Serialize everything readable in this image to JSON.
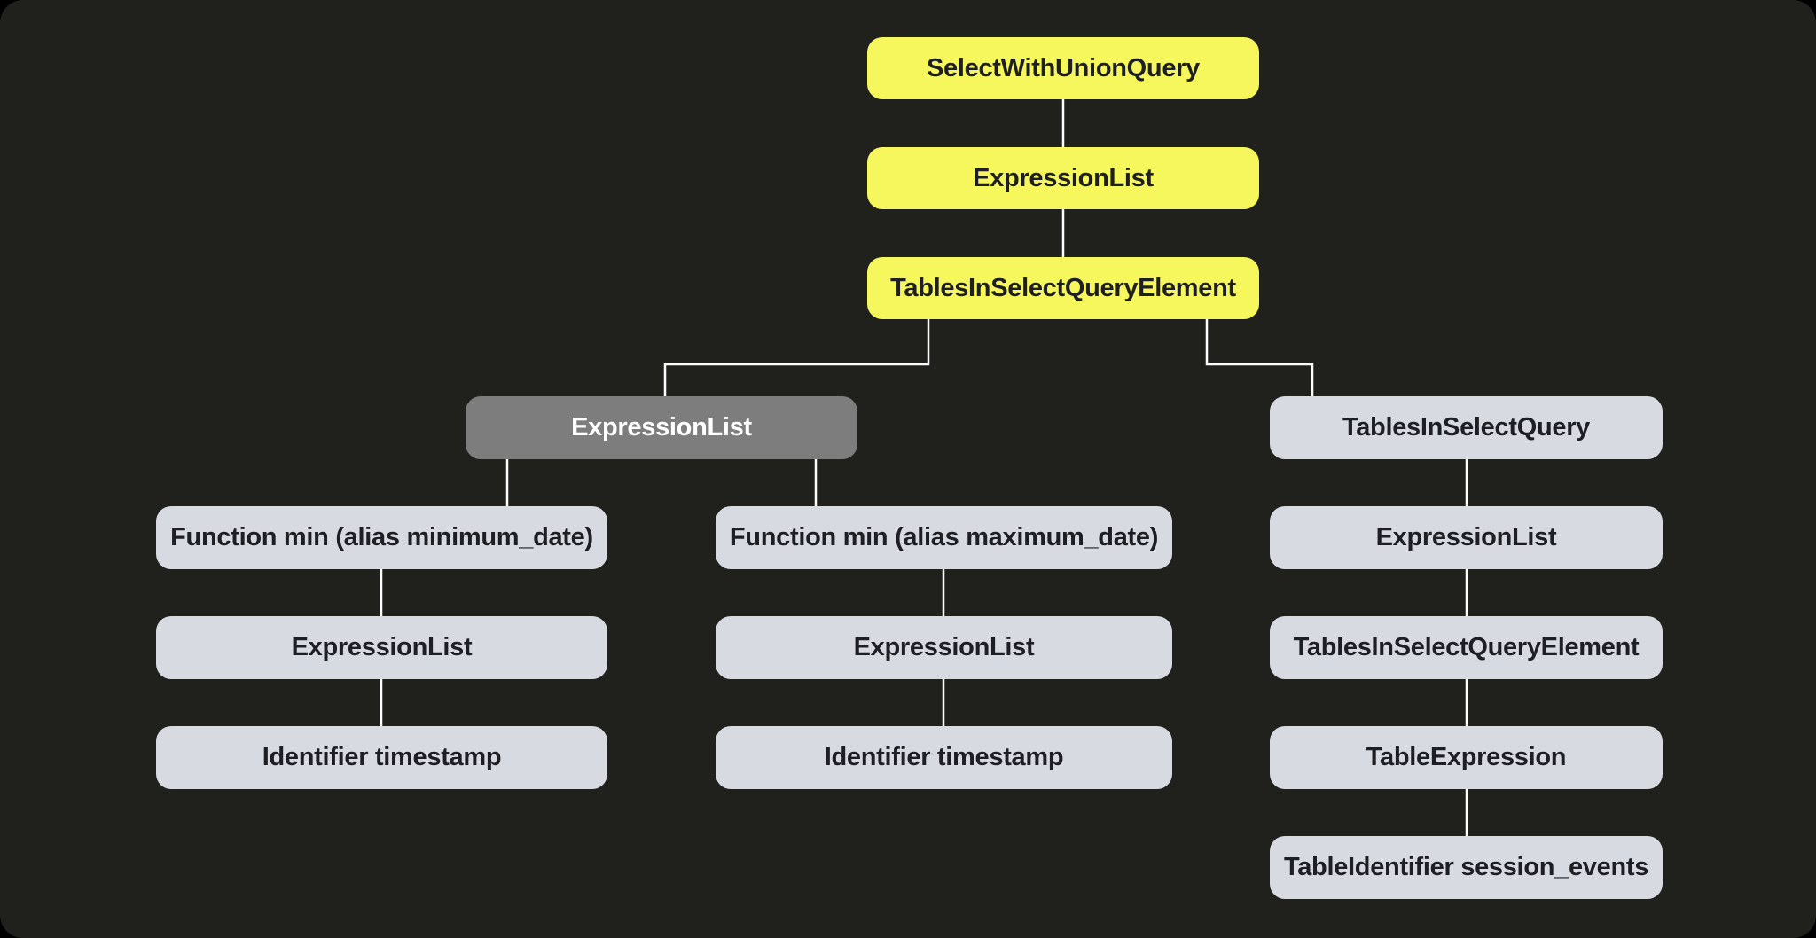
{
  "diagram": {
    "type": "query-ast-tree",
    "nodes": [
      {
        "id": "select-with-union-query",
        "label": "SelectWithUnionQuery",
        "variant": "highlight"
      },
      {
        "id": "expression-list-top",
        "label": "ExpressionList",
        "variant": "highlight"
      },
      {
        "id": "tables-in-select-query-element-top",
        "label": "TablesInSelectQueryElement",
        "variant": "highlight"
      },
      {
        "id": "expression-list-selected",
        "label": "ExpressionList",
        "variant": "selected"
      },
      {
        "id": "tables-in-select-query",
        "label": "TablesInSelectQuery",
        "variant": "default"
      },
      {
        "id": "function-min-minimum-date",
        "label": "Function min (alias minimum_date)",
        "variant": "default"
      },
      {
        "id": "function-min-maximum-date",
        "label": "Function min (alias maximum_date)",
        "variant": "default"
      },
      {
        "id": "expression-list-right",
        "label": "ExpressionList",
        "variant": "default"
      },
      {
        "id": "expression-list-left",
        "label": "ExpressionList",
        "variant": "default"
      },
      {
        "id": "expression-list-middle",
        "label": "ExpressionList",
        "variant": "default"
      },
      {
        "id": "tables-in-select-query-element-sub",
        "label": "TablesInSelectQueryElement",
        "variant": "default"
      },
      {
        "id": "identifier-timestamp-left",
        "label": "Identifier timestamp",
        "variant": "default"
      },
      {
        "id": "identifier-timestamp-middle",
        "label": "Identifier timestamp",
        "variant": "default"
      },
      {
        "id": "table-expression",
        "label": "TableExpression",
        "variant": "default"
      },
      {
        "id": "table-identifier-session-events",
        "label": "TableIdentifier session_events",
        "variant": "default"
      }
    ],
    "edges": [
      [
        "select-with-union-query",
        "expression-list-top"
      ],
      [
        "expression-list-top",
        "tables-in-select-query-element-top"
      ],
      [
        "tables-in-select-query-element-top",
        "expression-list-selected"
      ],
      [
        "tables-in-select-query-element-top",
        "tables-in-select-query"
      ],
      [
        "expression-list-selected",
        "function-min-minimum-date"
      ],
      [
        "expression-list-selected",
        "function-min-maximum-date"
      ],
      [
        "tables-in-select-query",
        "expression-list-right"
      ],
      [
        "function-min-minimum-date",
        "expression-list-left"
      ],
      [
        "function-min-maximum-date",
        "expression-list-middle"
      ],
      [
        "expression-list-right",
        "tables-in-select-query-element-sub"
      ],
      [
        "expression-list-left",
        "identifier-timestamp-left"
      ],
      [
        "expression-list-middle",
        "identifier-timestamp-middle"
      ],
      [
        "tables-in-select-query-element-sub",
        "table-expression"
      ],
      [
        "table-expression",
        "table-identifier-session-events"
      ]
    ],
    "colors": {
      "background": "#20211c",
      "node_highlight": "#f6f75d",
      "node_default": "#d8dae2",
      "node_selected": "#7d7d7d",
      "connector": "#fdfdfd",
      "text_dark": "#1d1f24",
      "text_light": "#ffffff"
    }
  }
}
